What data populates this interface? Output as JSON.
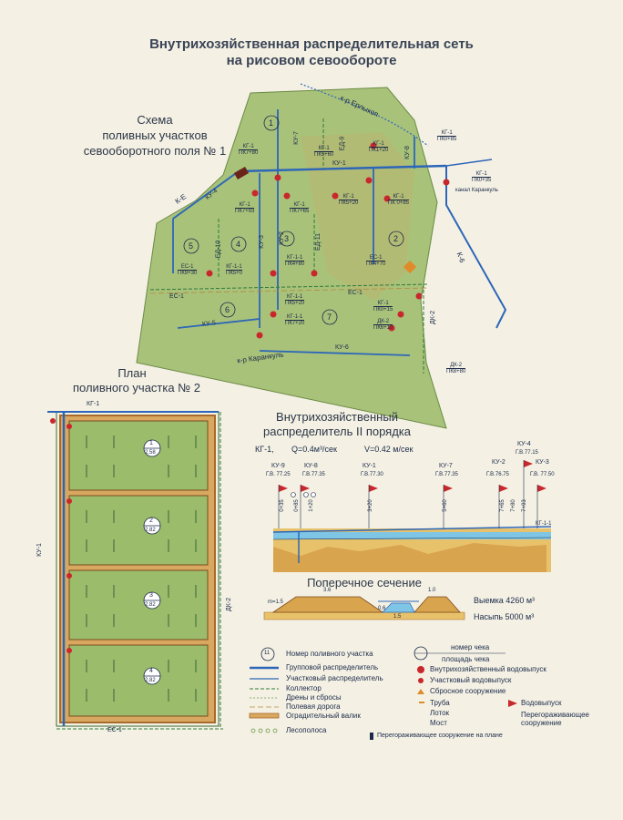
{
  "title": {
    "line1": "Внутрихозяйственная распределительная сеть",
    "line2": "на рисовом севообороте"
  },
  "scheme": {
    "heading": [
      "Схема",
      "поливных участков",
      "севооборотного поля № 1"
    ],
    "canals": {
      "erlykop": "к-р Ерлыкоп",
      "karankul": "к-р Каранкуль",
      "ke": "К-Е",
      "k6": "К-6",
      "karankul_channel": "канал Каранкуль"
    },
    "plots": [
      "1",
      "2",
      "3",
      "4",
      "5",
      "6",
      "7"
    ],
    "line_labels": [
      "КУ-1",
      "КУ-2",
      "КУ-3",
      "КУ-4",
      "КУ-5",
      "КУ-6",
      "КУ-7",
      "КУ-8",
      "ЕД-9",
      "ЕД-10",
      "ЕД-11",
      "ЕС-1",
      "ЕС-1",
      "ДК-2"
    ],
    "tags": [
      {
        "k": "КГ-1",
        "v": "ПК5+60"
      },
      {
        "k": "КГ-1",
        "v": "ПК7+80"
      },
      {
        "k": "КГ-1",
        "v": "ПК1+20"
      },
      {
        "k": "КГ-1",
        "v": "ПК0+85"
      },
      {
        "k": "КГ-1",
        "v": "ПК0+35"
      },
      {
        "k": "КГ-1",
        "v": "ПК7+93"
      },
      {
        "k": "КГ-1",
        "v": "ПК7+65"
      },
      {
        "k": "КГ-1",
        "v": "ПК5+20"
      },
      {
        "k": "КГ-1",
        "v": "ПК 0+85"
      },
      {
        "k": "ЕС-1",
        "v": "ПК9+30"
      },
      {
        "k": "КГ-1-1",
        "v": "ПК5+0"
      },
      {
        "k": "КГ-1-1",
        "v": "ПК4+80"
      },
      {
        "k": "ЕС-1",
        "v": "ПК4+70"
      },
      {
        "k": "КГ-1-1",
        "v": "ПК5+20"
      },
      {
        "k": "КГ-1-1",
        "v": "ПК7+20"
      },
      {
        "k": "КГ-1",
        "v": "ПК0+15"
      },
      {
        "k": "ДК-2",
        "v": "ПК6+10"
      },
      {
        "k": "ДК-2",
        "v": "ПК8+80"
      }
    ]
  },
  "plan": {
    "heading": [
      "План",
      "поливного участка № 2"
    ],
    "top_label": "КГ-1",
    "left_label": "КУ-1",
    "right_label": "ДК-2",
    "bottom_label": "ЕС-1",
    "checks": [
      {
        "num": "1",
        "area": "2.58"
      },
      {
        "num": "2",
        "area": "2.82"
      },
      {
        "num": "3",
        "area": "2.82"
      },
      {
        "num": "4",
        "area": "2.82"
      }
    ]
  },
  "profile": {
    "heading": [
      "Внутрихозяйственный",
      "распределитель II порядка"
    ],
    "params": {
      "name": "КГ-1,",
      "q": "Q=0.4м³/сек",
      "v": "V=0.42 м/сек"
    },
    "outlets": [
      {
        "name": "КУ-9",
        "mark": "Г.В. 77.25"
      },
      {
        "name": "КУ-8",
        "mark": "Г.В.77.35"
      },
      {
        "name": "КУ-1",
        "mark": "Г.В.77.30"
      },
      {
        "name": "КУ-7",
        "mark": "Г.В.77.35"
      },
      {
        "name": "КУ-2",
        "mark": "Г.В.76.75"
      },
      {
        "name": "КУ-4",
        "mark": "Г.В.77.15"
      },
      {
        "name": "КУ-3",
        "mark": "Г.В. 77.50"
      }
    ],
    "pickets": [
      "0+35",
      "0+85",
      "1+20",
      "3+20",
      "5+60",
      "7+65",
      "7+80",
      "7+93"
    ],
    "branch": "КГ-1-1"
  },
  "section": {
    "heading": "Поперечное сечение",
    "dim_top": "3.6",
    "dim_right": "1.0",
    "slope": "m=1.5",
    "depth": "0.6",
    "bottom_w": "1.5",
    "excavation": "Выемка 4260 м³",
    "fill": "Насыпь 5000 м³"
  },
  "legend": {
    "left": [
      "Номер поливного участка",
      "Групповой распределитель",
      "Участковый распределитель",
      "Коллектор",
      "Дрены и сбросы",
      "Полевая дорога",
      "Оградительный валик",
      "Лесополоса"
    ],
    "plot_num": "11",
    "right_top": "номер чека",
    "right_bottom": "площадь чека",
    "right": [
      "Внутрихозяйственный водовыпуск",
      "Участковый водовыпуск",
      "Сбросное сооружение"
    ],
    "pipe": "Труба",
    "flume": "Лоток",
    "bridge": "Мост",
    "outlet": "Водовыпуск",
    "block_struct": "Перегораживающее сооружение",
    "plan_struct": "Перегораживающее сооружение на плане"
  },
  "colors": {
    "field": "#a9c27a",
    "field_dark": "#8fae62",
    "plan_field": "#9bbc6a",
    "blue": "#2d66b8",
    "red": "#c8282c",
    "orange": "#e08a2a",
    "brown": "#a86a2a",
    "water": "#7fc6e6",
    "ground": "#e8c26a",
    "paper": "#f4f1e4"
  }
}
